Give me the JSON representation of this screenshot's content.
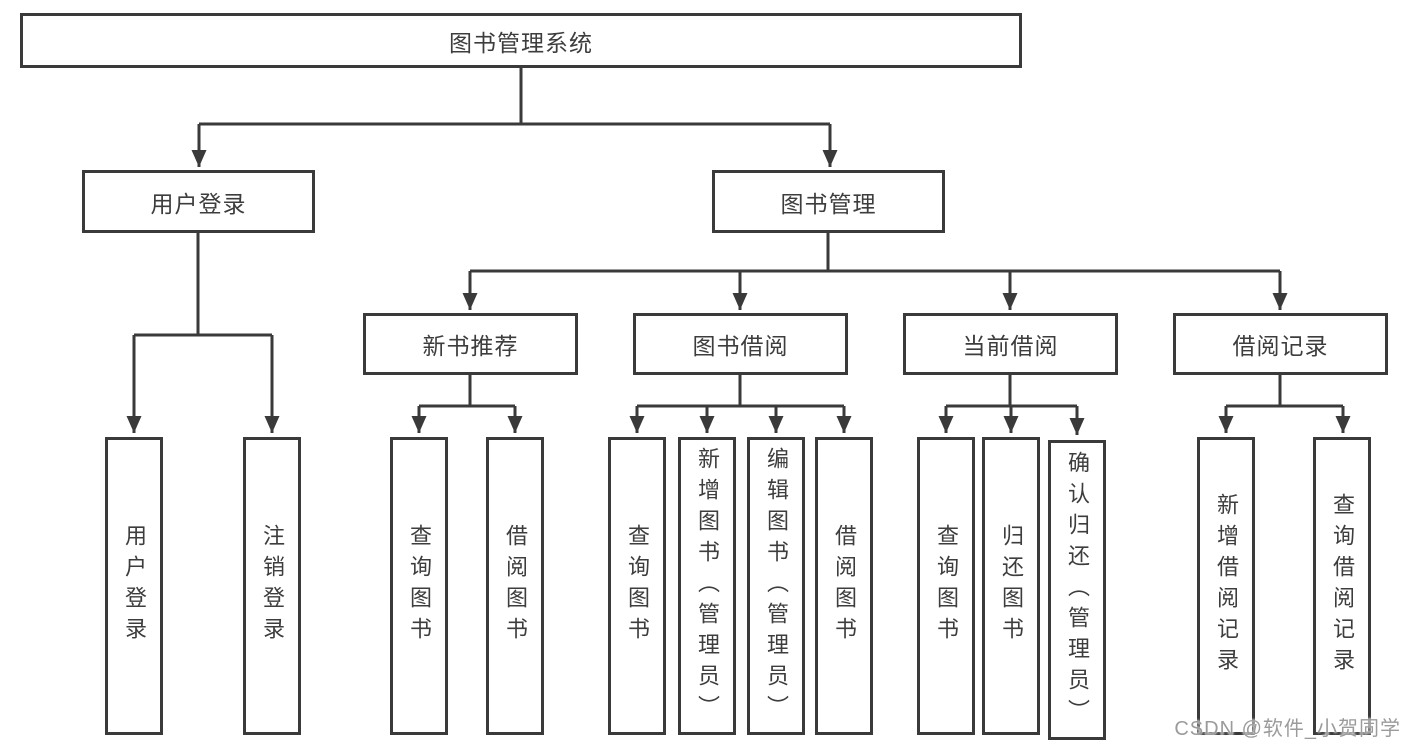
{
  "diagram": {
    "root": "图书管理系统",
    "login": {
      "label": "用户登录",
      "children": [
        "用户登录",
        "注销登录"
      ]
    },
    "mgmt": {
      "label": "图书管理",
      "groups": [
        {
          "label": "新书推荐",
          "children": [
            "查询图书",
            "借阅图书"
          ]
        },
        {
          "label": "图书借阅",
          "children": [
            "查询图书",
            "新增图书（管理员）",
            "编辑图书（管理员）",
            "借阅图书"
          ]
        },
        {
          "label": "当前借阅",
          "children": [
            "查询图书",
            "归还图书",
            "确认归还（管理员）"
          ]
        },
        {
          "label": "借阅记录",
          "children": [
            "新增借阅记录",
            "查询借阅记录"
          ]
        }
      ]
    },
    "colors": {
      "line": "#3a3a3a",
      "text": "#3d3d3d",
      "watermark": "#9b9b9b"
    }
  },
  "watermark": "CSDN @软件_小贺同学"
}
